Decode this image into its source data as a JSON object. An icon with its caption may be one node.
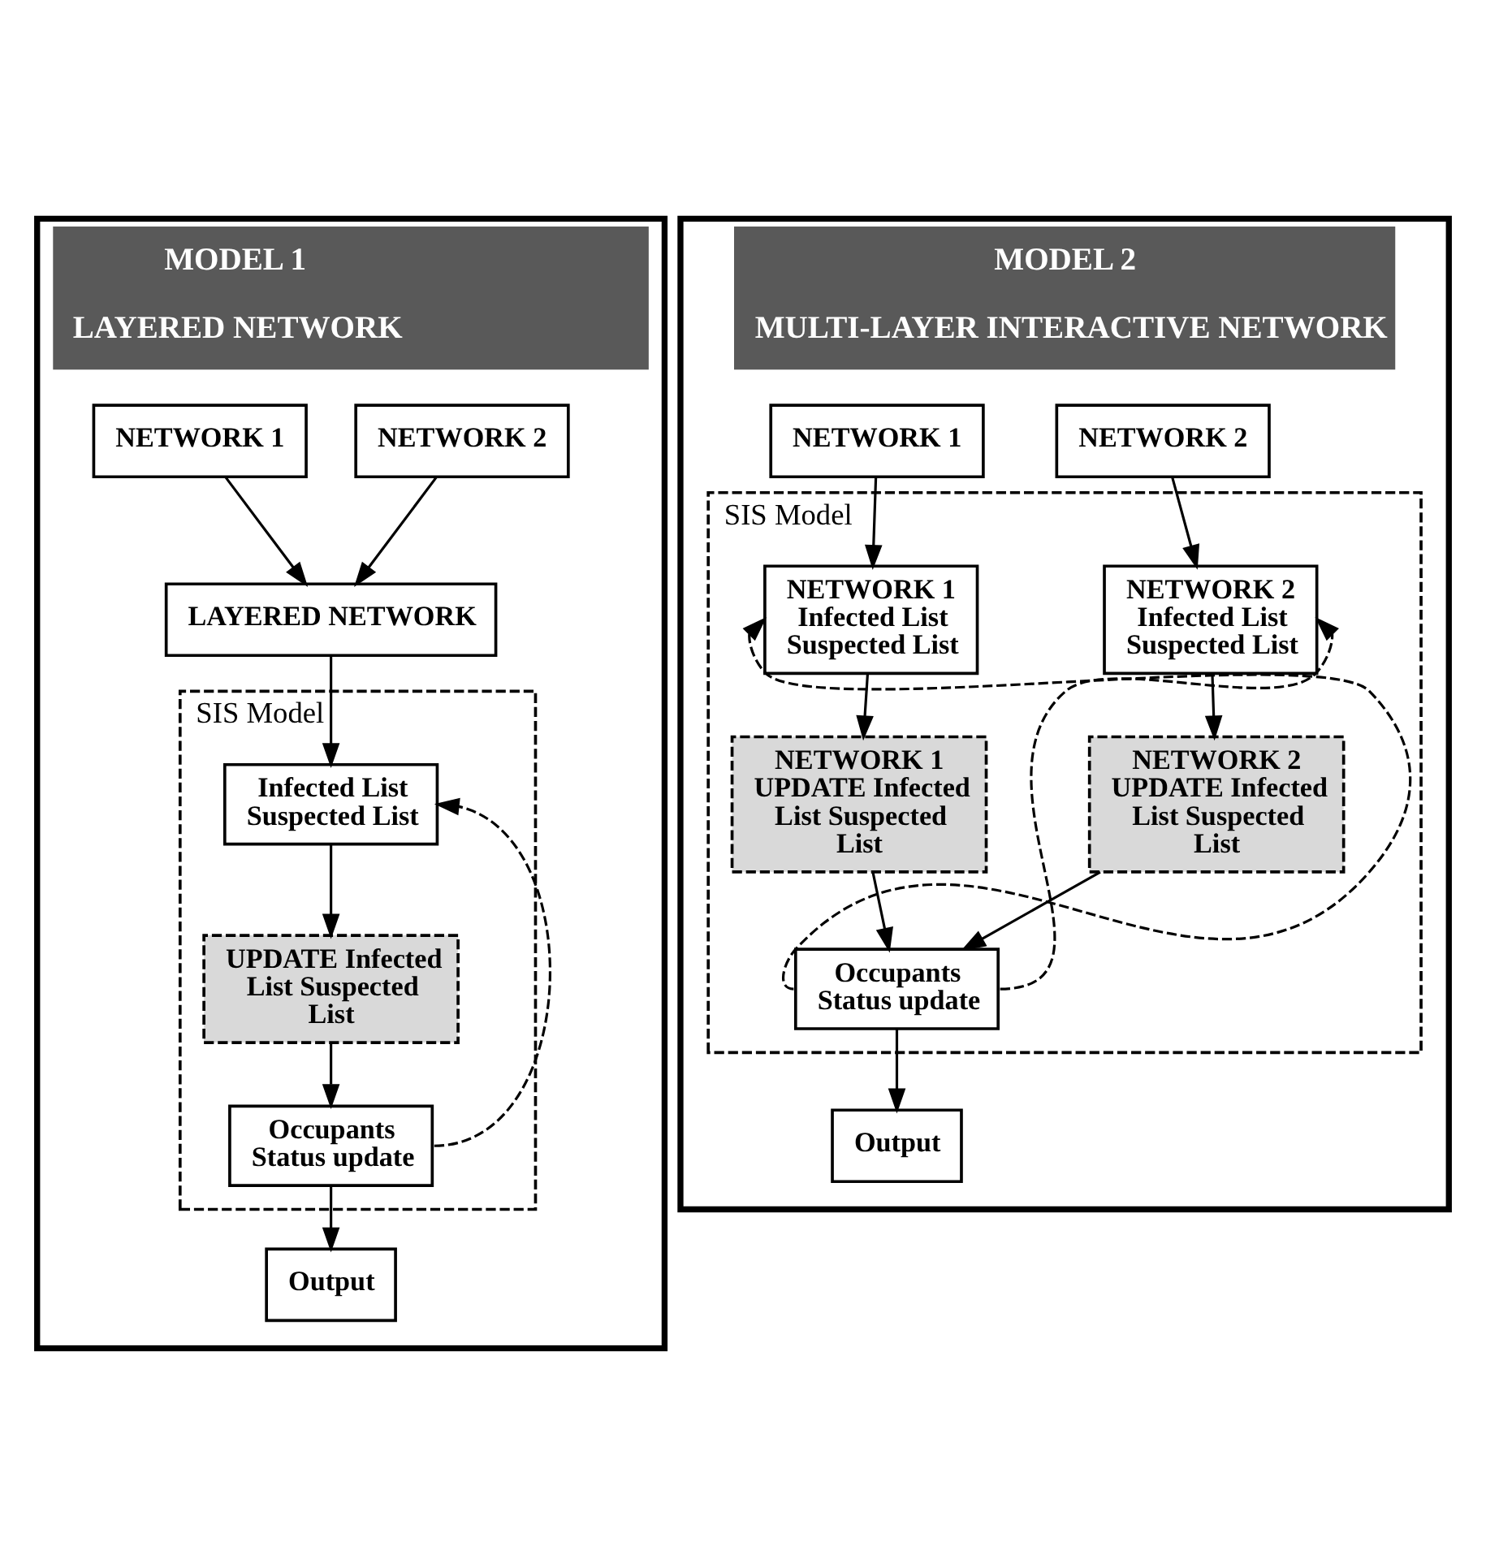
{
  "diagram": {
    "nodes": [
      {
        "text": [
          "MODEL 1",
          "LAYERED NETWORK"
        ]
      },
      {
        "text": [
          "NETWORK 1"
        ],
        "in": 0
      },
      {
        "text": [
          "NETWORK 2"
        ],
        "in": 0
      },
      {
        "text": [
          "LAYERED NETWORK"
        ],
        "in": 0
      },
      {
        "text": [
          "SIS Model"
        ],
        "in": 0
      },
      {
        "text": [
          "Infected List Suspected List"
        ],
        "in": 4
      },
      {
        "text": [
          "UPDATE Infected List Suspected List"
        ],
        "in": 4
      },
      {
        "text": [
          "Occupants Status update"
        ],
        "in": 4
      },
      {
        "text": [
          "Output"
        ],
        "in": 0
      },
      {
        "text": [
          "MODEL 2",
          "MULTI-LAYER INTERACTIVE NETWORK"
        ]
      },
      {
        "text": [
          "NETWORK 1"
        ],
        "in": 9
      },
      {
        "text": [
          "NETWORK 2"
        ],
        "in": 9
      },
      {
        "text": [
          "SIS Model"
        ],
        "in": 9
      },
      {
        "text": [
          "NETWORK 1 Infected List Suspected List"
        ],
        "in": 12
      },
      {
        "text": [
          "NETWORK 2 Infected List Suspected List"
        ],
        "in": 12
      },
      {
        "text": [
          "NETWORK 1 UPDATE Infected List Suspected List"
        ],
        "in": 12
      },
      {
        "text": [
          "NETWORK 2 UPDATE Infected List Suspected List"
        ],
        "in": 12
      },
      {
        "text": [
          "Occupants Status update"
        ],
        "in": 12
      },
      {
        "text": [
          "Output"
        ],
        "in": 9
      }
    ],
    "edges": [
      {
        "from": 1,
        "to": 3,
        "arrow": "to"
      },
      {
        "from": 2,
        "to": 3,
        "arrow": "to"
      },
      {
        "from": 3,
        "to": 5,
        "arrow": "to"
      },
      {
        "from": 5,
        "to": 6,
        "arrow": "to"
      },
      {
        "from": 6,
        "to": 7,
        "arrow": "to"
      },
      {
        "from": 7,
        "to": 5,
        "arrow": "to",
        "style": "dashed"
      },
      {
        "from": 7,
        "to": 8,
        "arrow": "to"
      },
      {
        "from": 10,
        "to": 13,
        "arrow": "to"
      },
      {
        "from": 11,
        "to": 14,
        "arrow": "to"
      },
      {
        "from": 13,
        "to": 15,
        "arrow": "to"
      },
      {
        "from": 14,
        "to": 16,
        "arrow": "to"
      },
      {
        "from": 15,
        "to": 17,
        "arrow": "to"
      },
      {
        "from": 16,
        "to": 17,
        "arrow": "to"
      },
      {
        "from": 17,
        "to": 13,
        "arrow": "to",
        "style": "dashed"
      },
      {
        "from": 17,
        "to": 14,
        "arrow": "to",
        "style": "dashed"
      },
      {
        "from": 17,
        "to": 18,
        "arrow": "to"
      }
    ]
  }
}
